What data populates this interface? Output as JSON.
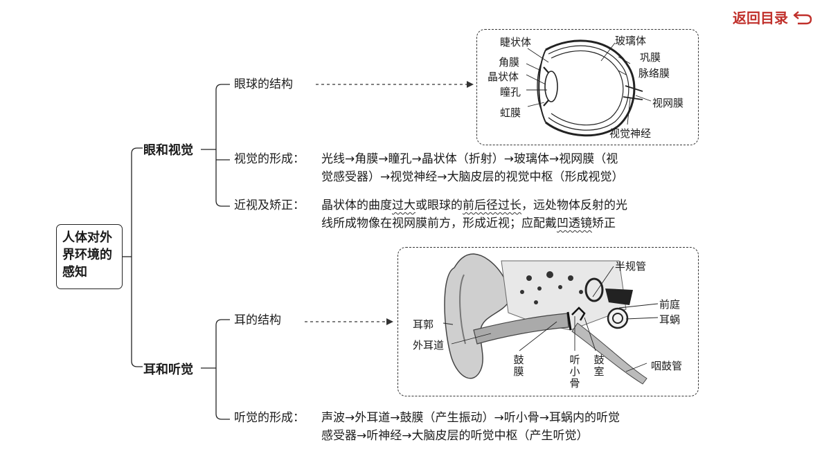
{
  "nav": {
    "back_label": "返回目录"
  },
  "root": {
    "label": "人体对外界环境的感知"
  },
  "eye": {
    "branch": "眼和视觉",
    "structure": "眼球的结构",
    "formation_label": "视觉的形成：",
    "formation_line1": "光线→角膜→瞳孔→晶状体（折射）→玻璃体→视网膜（视",
    "formation_line2": "觉感受器）→视觉神经→大脑皮层的视觉中枢（形成视觉）",
    "myopia_label": "近视及矫正：",
    "myopia_l1_a": "晶状体的曲度",
    "myopia_l1_b": "过大",
    "myopia_l1_c": "或眼球的",
    "myopia_l1_d": "前后径过长",
    "myopia_l1_e": "，远处物体反射的光",
    "myopia_l2_a": "线所成物像在视网膜前方，形成近视；应配戴",
    "myopia_l2_b": "凹透镜",
    "myopia_l2_c": "矫正",
    "parts": {
      "ciliary": "睫状体",
      "cornea": "角膜",
      "lens": "晶状体",
      "pupil": "瞳孔",
      "iris": "虹膜",
      "vitreous": "玻璃体",
      "sclera": "巩膜",
      "choroid": "脉络膜",
      "retina": "视网膜",
      "optic_nerve": "视觉神经"
    }
  },
  "ear": {
    "branch": "耳和听觉",
    "structure": "耳的结构",
    "formation_label": "听觉的形成：",
    "formation_line1": "声波→外耳道→鼓膜（产生振动）→听小骨→耳蜗内的听觉",
    "formation_line2": "感受器→听神经→大脑皮层的听觉中枢（产生听觉）",
    "parts": {
      "semicircular": "半规管",
      "vestibule": "前庭",
      "cochlea": "耳蜗",
      "auricle": "耳郭",
      "canal": "外耳道",
      "eardrum": "鼓膜",
      "ossicles": "听小骨",
      "tympanic": "鼓室",
      "eustachian": "咽鼓管"
    }
  }
}
